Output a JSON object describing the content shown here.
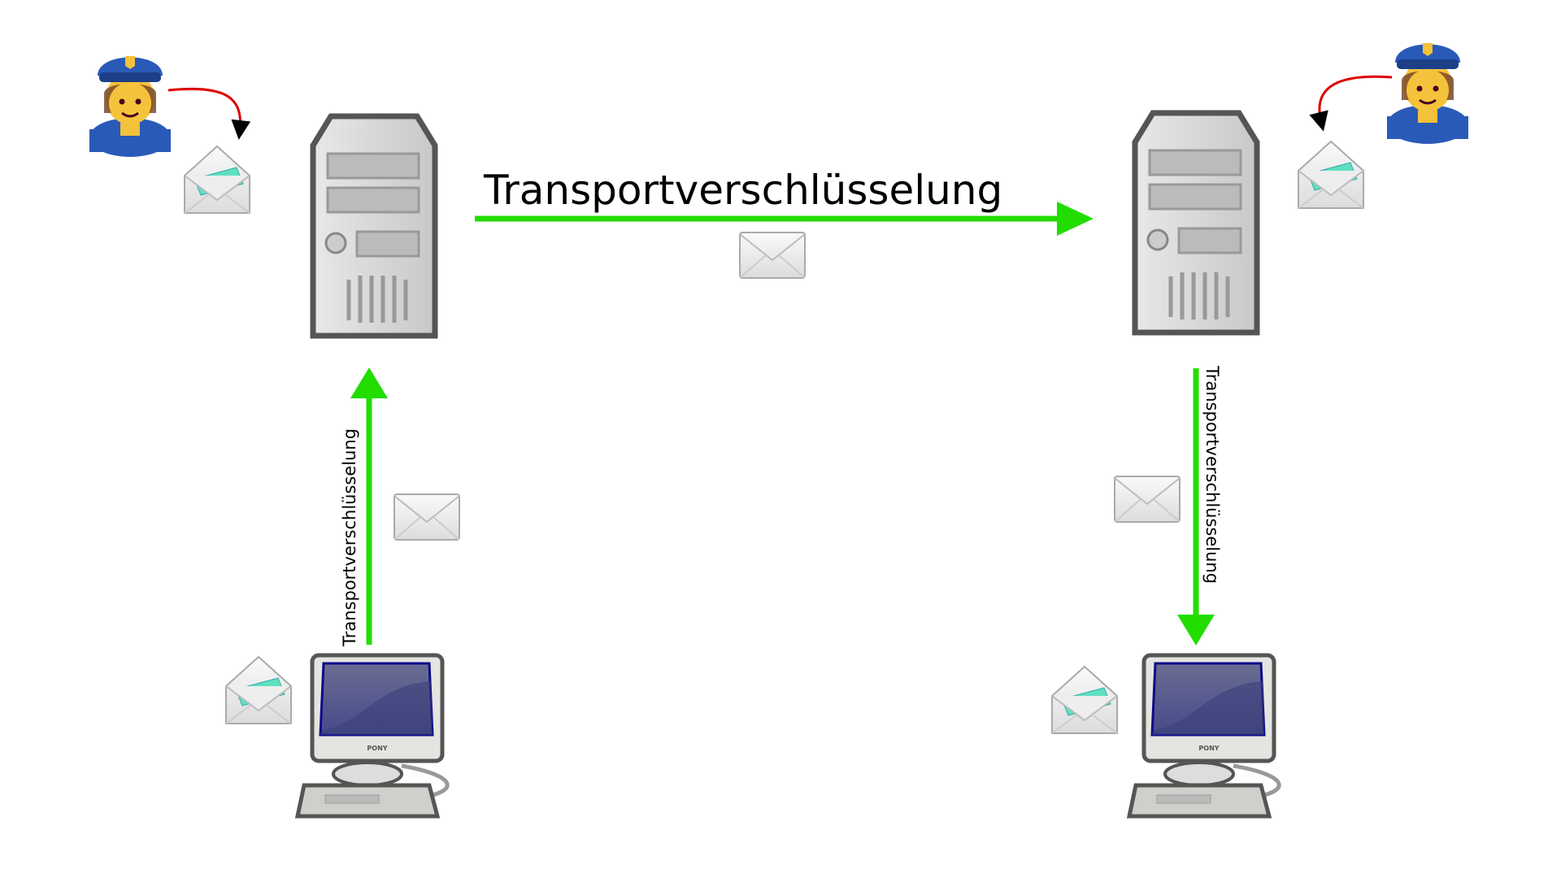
{
  "diagram": {
    "main_label": "Transportverschlüsselung",
    "left_link_label": "Transportverschlüsselung",
    "right_link_label": "Transportverschlüsselung",
    "monitor_brand": "PONY",
    "colors": {
      "arrow": "#22dd00",
      "inspect_arrow": "#dd0000",
      "screen": "#3a3f7a",
      "envelope_letter": "#5fe0c0"
    },
    "icons": [
      "police-officer-icon",
      "open-envelope-icon",
      "closed-envelope-icon",
      "server-icon",
      "desktop-computer-icon"
    ]
  }
}
